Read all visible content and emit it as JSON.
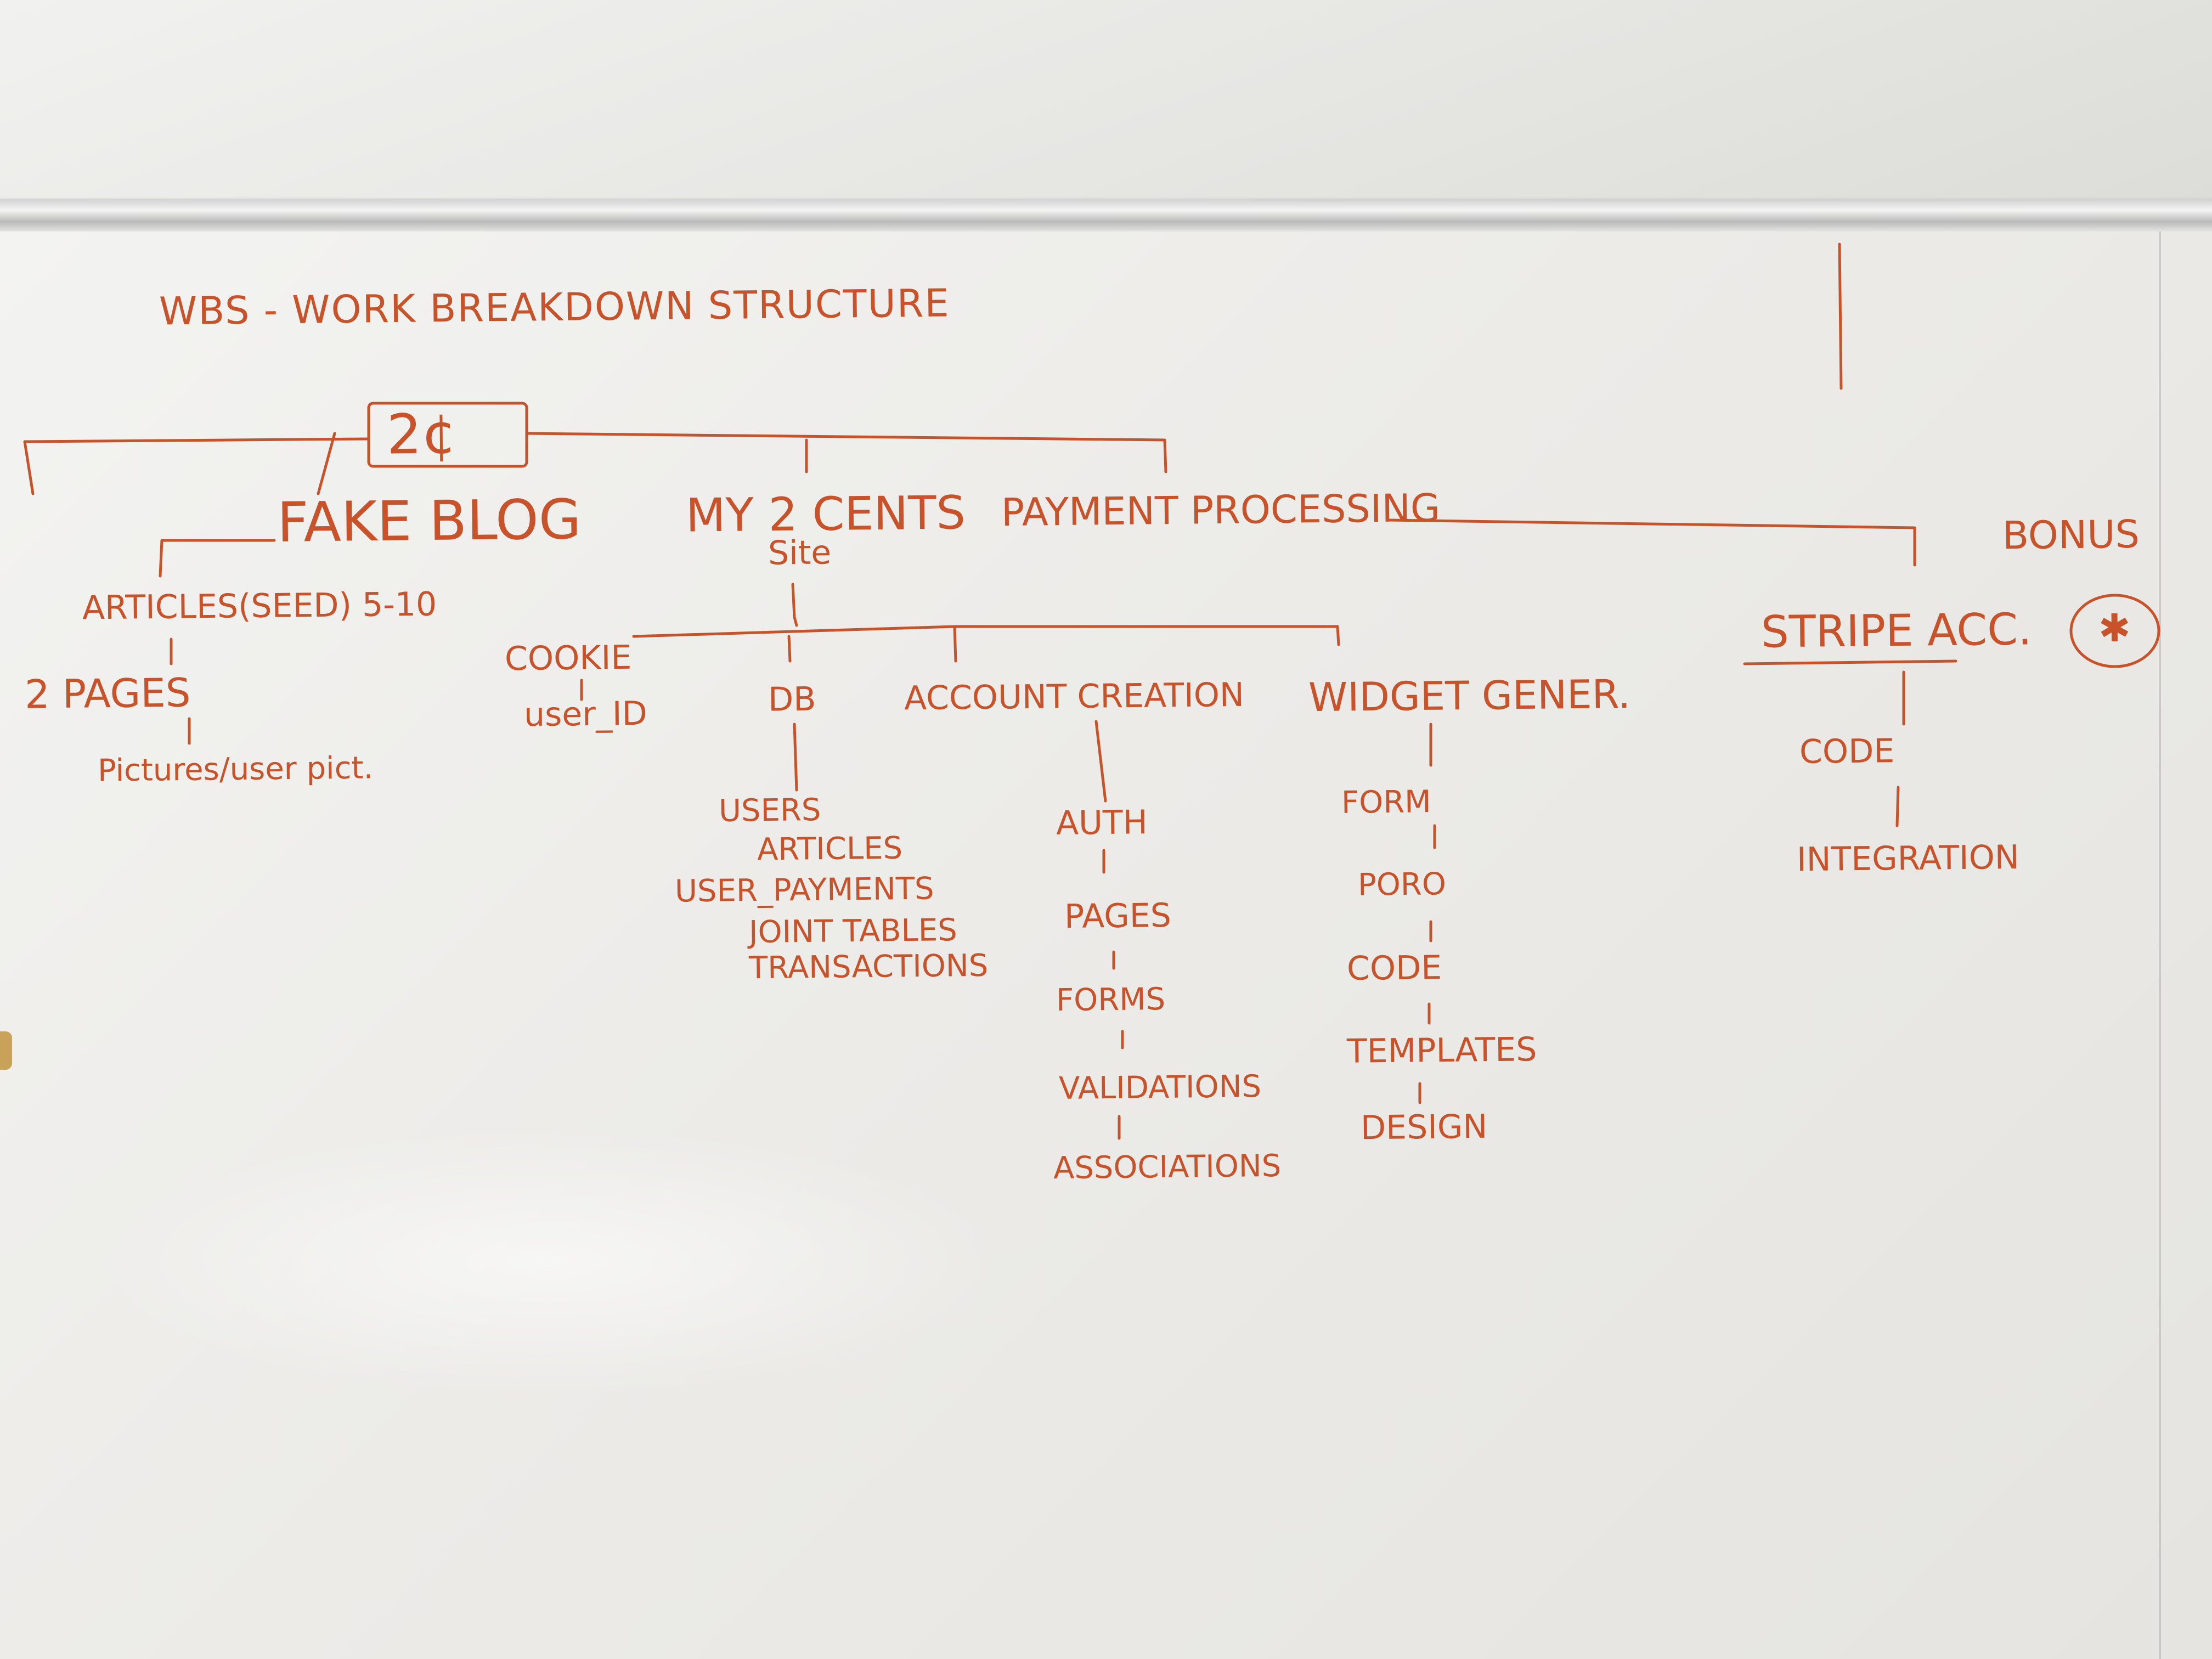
{
  "board": {
    "ink_color": "#c8532b",
    "title": "WBS - WORK BREAKDOWN STRUCTURE",
    "budget": "2¢",
    "branches": {
      "fake_blog": "FAKE BLOG",
      "my_2_cents": "MY 2 CENTS",
      "my_2_cents_site": "Site",
      "payment": "PAYMENT PROCESSING",
      "bonus": "BONUS"
    },
    "blog_items": {
      "articles": "ARTICLES(SEED) 5-10",
      "pages": "2 PAGES",
      "pictures": "Pictures/user pict."
    },
    "site_items": {
      "cookie": "COOKIE",
      "user_id": "user_ID",
      "db": "DB",
      "account_creation": "ACCOUNT CREATION",
      "widget": "WIDGET GENER."
    },
    "db_items": [
      "USERS",
      "ARTICLES",
      "USER_PAYMENTS",
      "JOINT TABLES",
      "TRANSACTIONS"
    ],
    "account_items": [
      "AUTH",
      "PAGES",
      "FORMS",
      "VALIDATIONS",
      "ASSOCIATIONS"
    ],
    "widget_items": [
      "FORM",
      "PORO",
      "CODE",
      "TEMPLATES",
      "DESIGN"
    ],
    "stripe": {
      "label": "STRIPE ACC.",
      "star": "✱",
      "items": [
        "CODE",
        "INTEGRATION"
      ]
    }
  }
}
